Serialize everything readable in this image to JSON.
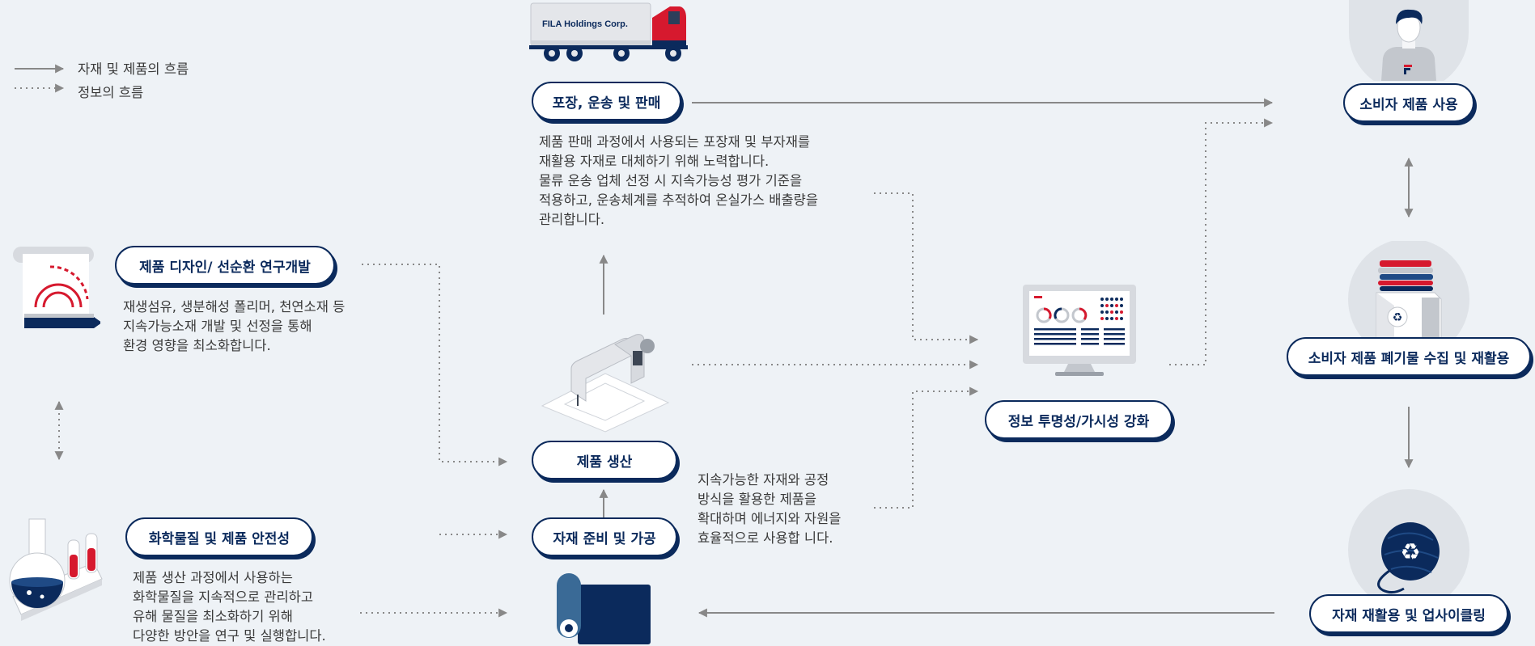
{
  "legend": {
    "material_flow": "자재 및 제품의 흐름",
    "info_flow": "정보의 흐름"
  },
  "nodes": {
    "design": {
      "label": "제품 디자인/ 선순환 연구개발",
      "desc": [
        "재생섬유, 생분해성 폴리머, 천연소재 등",
        "지속가능소재 개발 및 선정을 통해",
        "환경 영향을 최소화합니다."
      ]
    },
    "chemical": {
      "label": "화학물질 및 제품 안전성",
      "desc": [
        "제품 생산 과정에서 사용하는",
        "화학물질을 지속적으로 관리하고",
        "유해 물질을 최소화하기 위해",
        "다양한 방안을 연구 및 실행합니다."
      ]
    },
    "packaging": {
      "label": "포장, 운송 및 판매",
      "desc": [
        "제품 판매 과정에서 사용되는 포장재 및 부자재를",
        "재활용 자재로 대체하기 위해 노력합니다.",
        "물류 운송 업체 선정 시 지속가능성 평가 기준을",
        "적용하고, 운송체계를 추적하여 온실가스 배출량을",
        "관리합니다."
      ]
    },
    "production": {
      "label": "제품 생산"
    },
    "material_prep": {
      "label": "자재 준비 및 가공",
      "desc": [
        "지속가능한 자재와 공정",
        "방식을 활용한 제품을",
        "확대하며 에너지와 자원을",
        "효율적으로 사용합 니다."
      ]
    },
    "transparency": {
      "label": "정보 투명성/가시성 강화"
    },
    "consumer_use": {
      "label": "소비자 제품 사용"
    },
    "waste_collection": {
      "label": "소비자 제품 폐기물 수집 및 재활용"
    },
    "upcycling": {
      "label": "자재 재활용 및 업사이클링"
    }
  },
  "truck": {
    "brand_text": "FILA Holdings Corp."
  },
  "colors": {
    "navy": "#0b2a5c",
    "red": "#d6192e",
    "arrow_gray": "#888888",
    "background": "#eef2f6"
  }
}
